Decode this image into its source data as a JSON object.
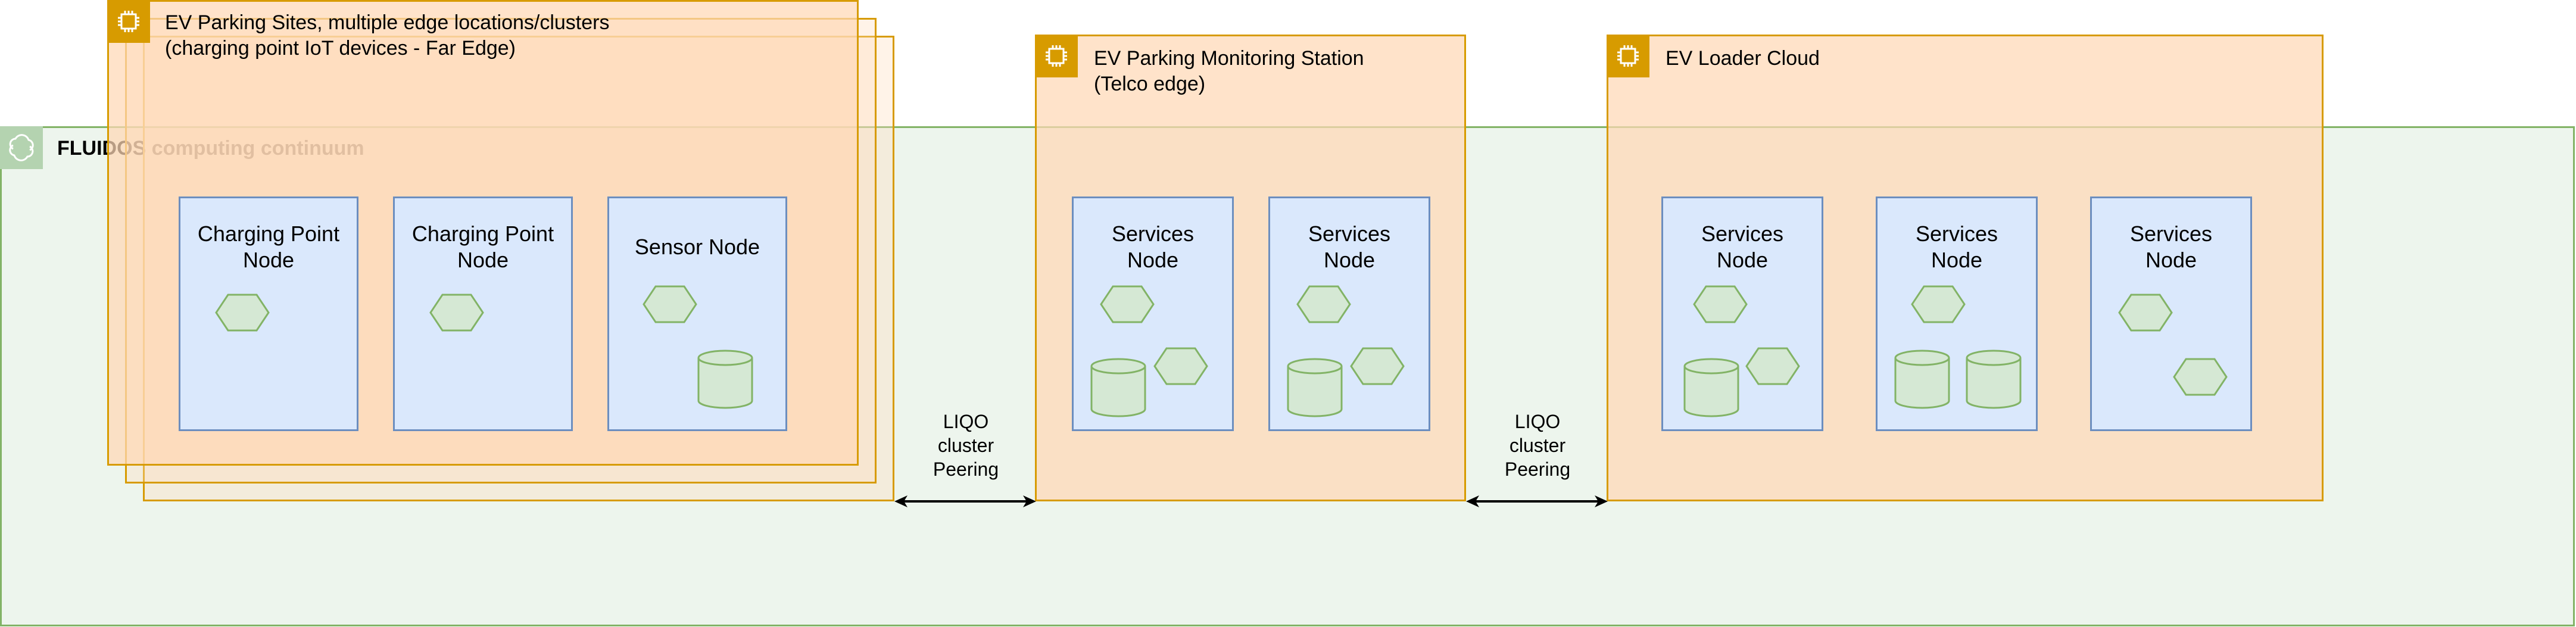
{
  "continuum": {
    "title": "FLUIDOS computing continuum"
  },
  "regions": {
    "far_edge": {
      "title": "EV Parking Sites, multiple edge locations/clusters\n(charging point IoT devices - Far Edge)"
    },
    "telco": {
      "title": "EV Parking Monitoring Station\n(Telco edge)"
    },
    "cloud": {
      "title": "EV Loader Cloud"
    }
  },
  "nodes": [
    {
      "label": "Charging Point\nNode"
    },
    {
      "label": "Charging Point\nNode"
    },
    {
      "label": "Sensor Node"
    },
    {
      "label": "Services\nNode"
    },
    {
      "label": "Services\nNode"
    },
    {
      "label": "Services\nNode"
    },
    {
      "label": "Services\nNode"
    },
    {
      "label": "Services\nNode"
    }
  ],
  "peerings": [
    {
      "label": "LIQO\ncluster\nPeering"
    },
    {
      "label": "LIQO\ncluster\nPeering"
    }
  ],
  "colors": {
    "region_fill": "#ffd8b6",
    "region_border": "#d79b00",
    "continuum_fill": "#d5e8d4",
    "continuum_border": "#82b366",
    "node_fill": "#dae8fc",
    "node_border": "#6c8ebf",
    "component_fill": "#d5e8d4",
    "component_border": "#82b366"
  },
  "icons": {
    "region": "chip-icon",
    "continuum": "cloud-group-icon",
    "microservice": "hexagon-icon",
    "database": "cylinder-icon"
  }
}
